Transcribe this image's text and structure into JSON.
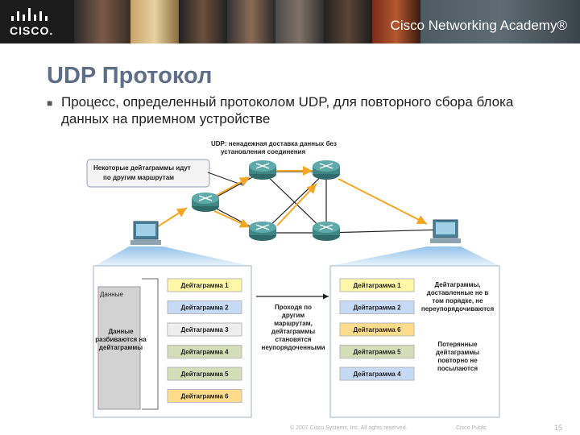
{
  "header": {
    "logo_text": "CISCO.",
    "academy_text": "Cisco Networking Academy®"
  },
  "slide": {
    "title": "UDP Протокол",
    "bullet": "Процесс, определенный протоколом UDP, для повторного сбора блока данных на приемном устройстве"
  },
  "diagram": {
    "udp_title_1": "UDP: ненадежная доставка данных без",
    "udp_title_2": "установления соединения",
    "callout_1": "Некоторые дейтаграммы идут",
    "callout_2": "по другим маршрутам",
    "data_label": "Данные",
    "split_1": "Данные",
    "split_2": "разбиваются на",
    "split_3": "дейтаграммы",
    "middle_1": "Проходя по",
    "middle_2": "другим",
    "middle_3": "маршрутам,",
    "middle_4": "дейтаграммы",
    "middle_5": "становятся",
    "middle_6": "неупорядоченными",
    "right_top_1": "Дейтаграммы,",
    "right_top_2": "доставленные не в",
    "right_top_3": "том порядке, не",
    "right_top_4": "переупорядочиваются",
    "right_bottom_1": "Потерянные",
    "right_bottom_2": "дейтаграммы",
    "right_bottom_3": "повторно не",
    "right_bottom_4": "посылаются",
    "left_datagrams": [
      {
        "label": "Дейтаграмма 1",
        "color": "#fff7a8"
      },
      {
        "label": "Дейтаграмма 2",
        "color": "#c6d9f5"
      },
      {
        "label": "Дейтаграмма 3",
        "color": "#eeeeee"
      },
      {
        "label": "Дейтаграмма 4",
        "color": "#d3ddb7"
      },
      {
        "label": "Дейтаграмма 5",
        "color": "#d3ddb7"
      },
      {
        "label": "Дейтаграмма 6",
        "color": "#ffdc8c"
      }
    ],
    "right_datagrams": [
      {
        "label": "Дейтаграмма 1",
        "color": "#fff7a8"
      },
      {
        "label": "Дейтаграмма 2",
        "color": "#c6d9f5"
      },
      {
        "label": "Дейтаграмма 6",
        "color": "#ffdc8c"
      },
      {
        "label": "Дейтаграмма 5",
        "color": "#d3ddb7"
      },
      {
        "label": "Дейтаграмма 4",
        "color": "#c6d9f5"
      }
    ]
  },
  "footer": {
    "copyright": "© 2007 Cisco Systems, Inc. All rights reserved.",
    "public": "Cisco Public",
    "page": "15"
  }
}
